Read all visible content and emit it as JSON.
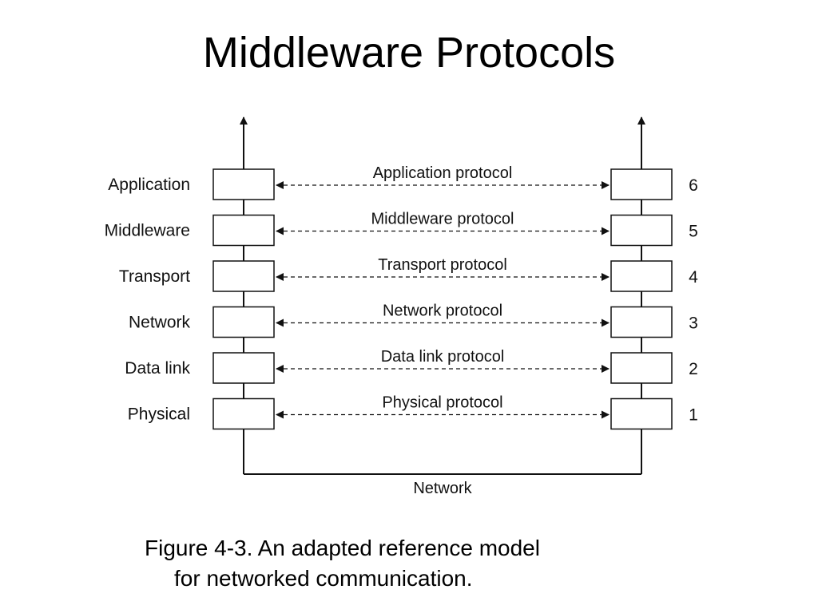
{
  "title": "Middleware Protocols",
  "diagram": {
    "layers": [
      {
        "name": "Application",
        "protocol": "Application protocol",
        "number": "6"
      },
      {
        "name": "Middleware",
        "protocol": "Middleware protocol",
        "number": "5"
      },
      {
        "name": "Transport",
        "protocol": "Transport protocol",
        "number": "4"
      },
      {
        "name": "Network",
        "protocol": "Network protocol",
        "number": "3"
      },
      {
        "name": "Data link",
        "protocol": "Data link protocol",
        "number": "2"
      },
      {
        "name": "Physical",
        "protocol": "Physical protocol",
        "number": "1"
      }
    ],
    "network_label": "Network"
  },
  "caption": {
    "line1": "Figure 4-3. An adapted reference model",
    "line2": "for networked communication."
  }
}
